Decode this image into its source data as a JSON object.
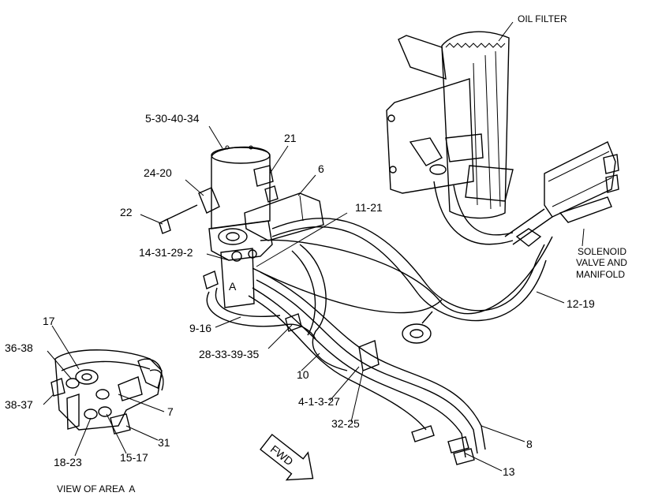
{
  "callouts": {
    "oil_filter": "OIL FILTER",
    "c_5_30_40_34": "5-30-40-34",
    "c_21": "21",
    "c_6": "6",
    "c_24_20": "24-20",
    "c_22": "22",
    "c_11_21": "11-21",
    "c_14_31_29_2": "14-31-29-2",
    "area_a": "A",
    "solenoid_line1": "SOLENOID",
    "solenoid_line2": "VALVE AND",
    "solenoid_line3": "MANIFOLD",
    "c_12_19": "12-19",
    "c_9_16": "9-16",
    "c_28_33_39_35": "28-33-39-35",
    "c_10": "10",
    "c_4_1_3_27": "4-1-3-27",
    "c_32_25": "32-25",
    "c_8": "8",
    "c_13": "13",
    "c_17": "17",
    "c_36_38": "36-38",
    "c_38_37": "38-37",
    "c_7": "7",
    "c_31": "31",
    "c_18_23": "18-23",
    "c_15_17": "15-17",
    "view_caption": "VIEW OF AREA  A",
    "fwd": "FWD"
  }
}
